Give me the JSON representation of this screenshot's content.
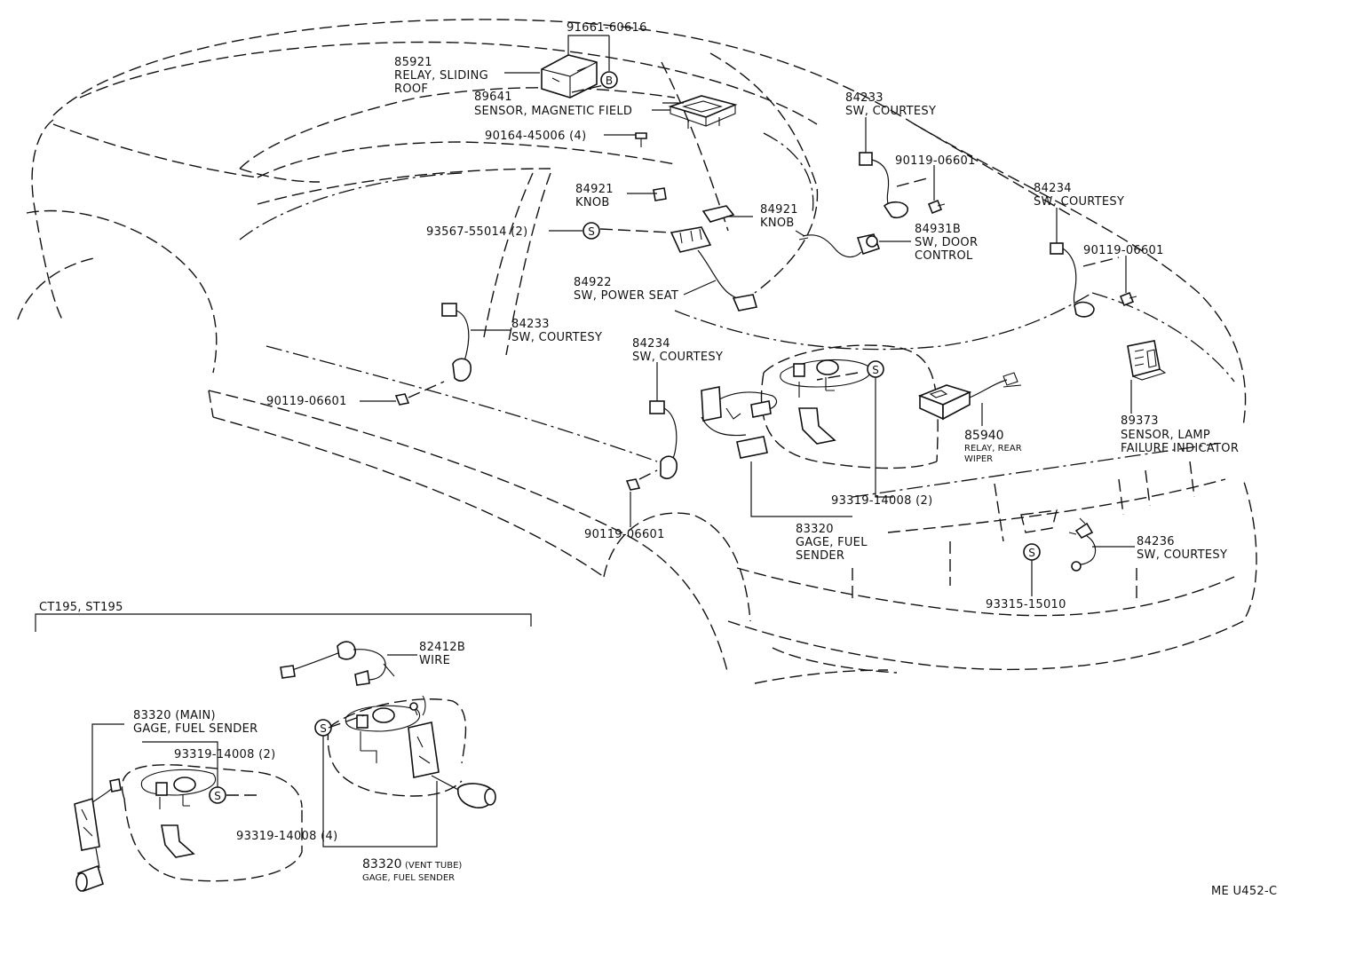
{
  "diagram": {
    "code": "ME U452-C",
    "inset_title": "CT195, ST195",
    "symbols": {
      "b": "B",
      "s": "S"
    },
    "labels": {
      "p91661": "91661-60616",
      "p85921_num": "85921",
      "p85921_l1": "RELAY, SLIDING",
      "p85921_l2": "ROOF",
      "p89641_num": "89641",
      "p89641_name": "SENSOR, MAGNETIC FIELD",
      "p90164": "90164-45006 (4)",
      "p84233a_num": "84233",
      "p84233a_name": "SW, COURTESY",
      "p90119a": "90119-06601",
      "p84234a_num": "84234",
      "p84234a_name": "SW, COURTESY",
      "p90119b": "90119-06601",
      "p84921a_num": "84921",
      "p84921a_name": "KNOB",
      "p84921b_num": "84921",
      "p84921b_name": "KNOB",
      "p93567": "93567-55014 (2)",
      "p84931_num": "84931B",
      "p84931_l1": "SW, DOOR",
      "p84931_l2": "CONTROL",
      "p84922_num": "84922",
      "p84922_name": "SW, POWER SEAT",
      "p84233b_num": "84233",
      "p84233b_name": "SW, COURTESY",
      "p84234b_num": "84234",
      "p84234b_name": "SW, COURTESY",
      "p90119c": "90119-06601",
      "p85940_num": "85940",
      "p85940_l1": "RELAY, REAR",
      "p85940_l2": "WIPER",
      "p89373_num": "89373",
      "p89373_l1": "SENSOR, LAMP",
      "p89373_l2": "FAILURE INDICATOR",
      "p93319a": "93319-14008 (2)",
      "p83320a_num": "83320",
      "p83320a_l1": "GAGE, FUEL",
      "p83320a_l2": "SENDER",
      "p90119d": "90119-06601",
      "p84236_num": "84236",
      "p84236_name": "SW, COURTESY",
      "p93315": "93315-15010",
      "p82412_num": "82412B",
      "p82412_name": "WIRE",
      "p83320b_num": "83320 (MAIN)",
      "p83320b_name": "GAGE, FUEL SENDER",
      "p93319b": "93319-14008 (2)",
      "p93319c": "93319-14008 (4)",
      "p83320c_num": "83320",
      "p83320c_sub": "(VENT TUBE)",
      "p83320c_name": "GAGE, FUEL SENDER"
    }
  }
}
